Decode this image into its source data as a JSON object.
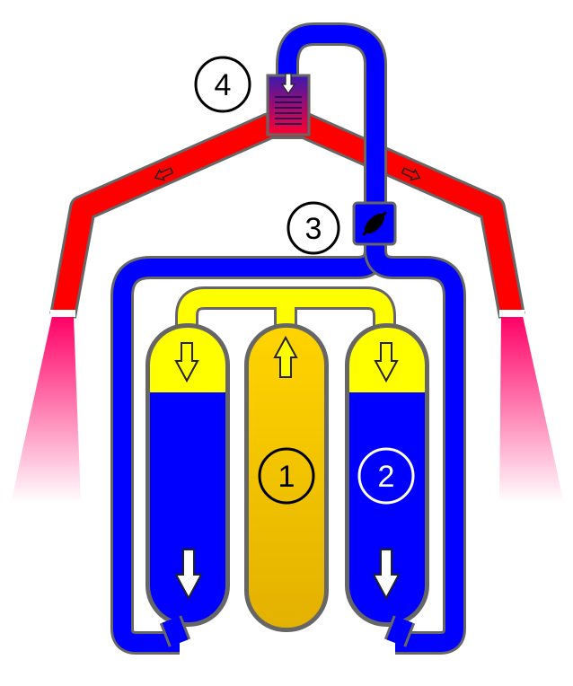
{
  "colors": {
    "hot": "#ff0000",
    "cold": "#0000ff",
    "gas": "#ffff00",
    "liquid_top": "#ffd400",
    "liquid_bottom": "#e8b400",
    "outline": "#666666",
    "exhaust": "#ff0066"
  },
  "markers": {
    "one": "1",
    "two": "2",
    "three": "3",
    "four": "4"
  },
  "icons": {
    "flow_arrow": "outline-arrow-icon",
    "valve": "valve-icon",
    "heat_exchanger": "radiator-icon"
  }
}
